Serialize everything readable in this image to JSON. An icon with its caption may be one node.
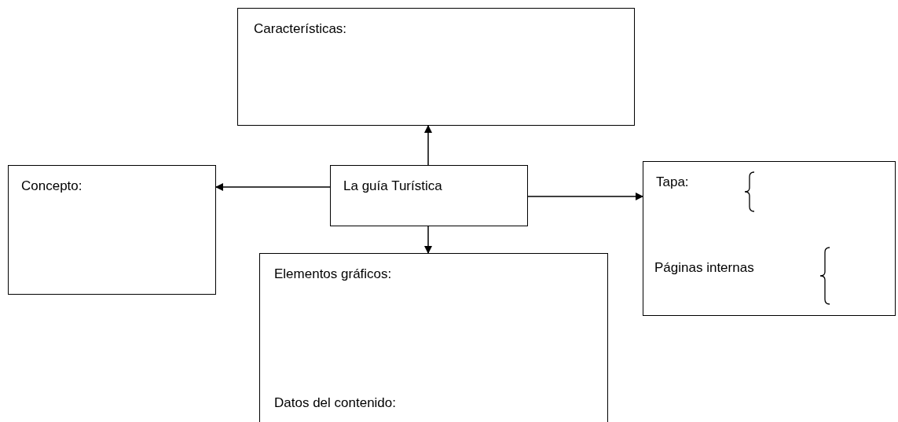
{
  "diagram": {
    "nodes": [
      {
        "text": [
          "Características:"
        ]
      },
      {
        "text": [
          "Concepto:"
        ]
      },
      {
        "text": [
          "La guía Turística"
        ]
      },
      {
        "text": [
          "Tapa:",
          "Páginas internas"
        ]
      },
      {
        "text": [
          "Elementos gráficos:",
          "Datos del contenido:"
        ]
      }
    ],
    "edges": [
      {
        "from": 2,
        "to": 0,
        "arrow": "to"
      },
      {
        "from": 2,
        "to": 1,
        "arrow": "to"
      },
      {
        "from": 2,
        "to": 3,
        "arrow": "to"
      },
      {
        "from": 2,
        "to": 4,
        "arrow": "to"
      }
    ]
  }
}
